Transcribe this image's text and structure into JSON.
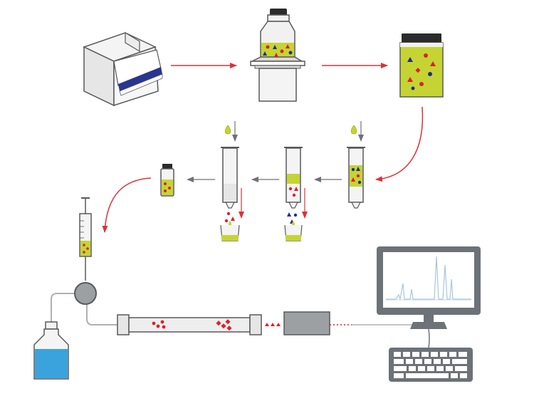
{
  "diagram": {
    "type": "process-flow",
    "steps": [
      {
        "id": "sample-carton",
        "icon": "carton-box-icon"
      },
      {
        "id": "homogenizer",
        "icon": "blender-jar-icon"
      },
      {
        "id": "extract-jar",
        "icon": "sample-jar-icon"
      },
      {
        "id": "spe-column-load",
        "icon": "syringe-cartridge-icon"
      },
      {
        "id": "spe-column-wash",
        "icon": "syringe-cartridge-icon"
      },
      {
        "id": "spe-column-elute",
        "icon": "syringe-cartridge-icon"
      },
      {
        "id": "collected-vial",
        "icon": "vial-icon"
      },
      {
        "id": "injection-syringe",
        "icon": "injection-syringe-icon"
      },
      {
        "id": "solvent-bottle",
        "icon": "solvent-bottle-icon"
      },
      {
        "id": "pump-valve",
        "icon": "valve-icon"
      },
      {
        "id": "hplc-column",
        "icon": "chromatography-column-icon"
      },
      {
        "id": "detector",
        "icon": "detector-box-icon"
      },
      {
        "id": "computer",
        "icon": "monitor-chromatogram-icon"
      },
      {
        "id": "keyboard",
        "icon": "keyboard-icon"
      }
    ],
    "colors": {
      "arrow": "#d9323b",
      "connector": "#6d7278",
      "sample_liquid": "#c5d433",
      "solvent": "#3aa3dd",
      "analyte_red": "#e01f2b",
      "matrix_blue": "#1d2f8c",
      "outline": "#58595b",
      "device_grey": "#9da0a3",
      "glass": "#f1f1f1"
    }
  }
}
